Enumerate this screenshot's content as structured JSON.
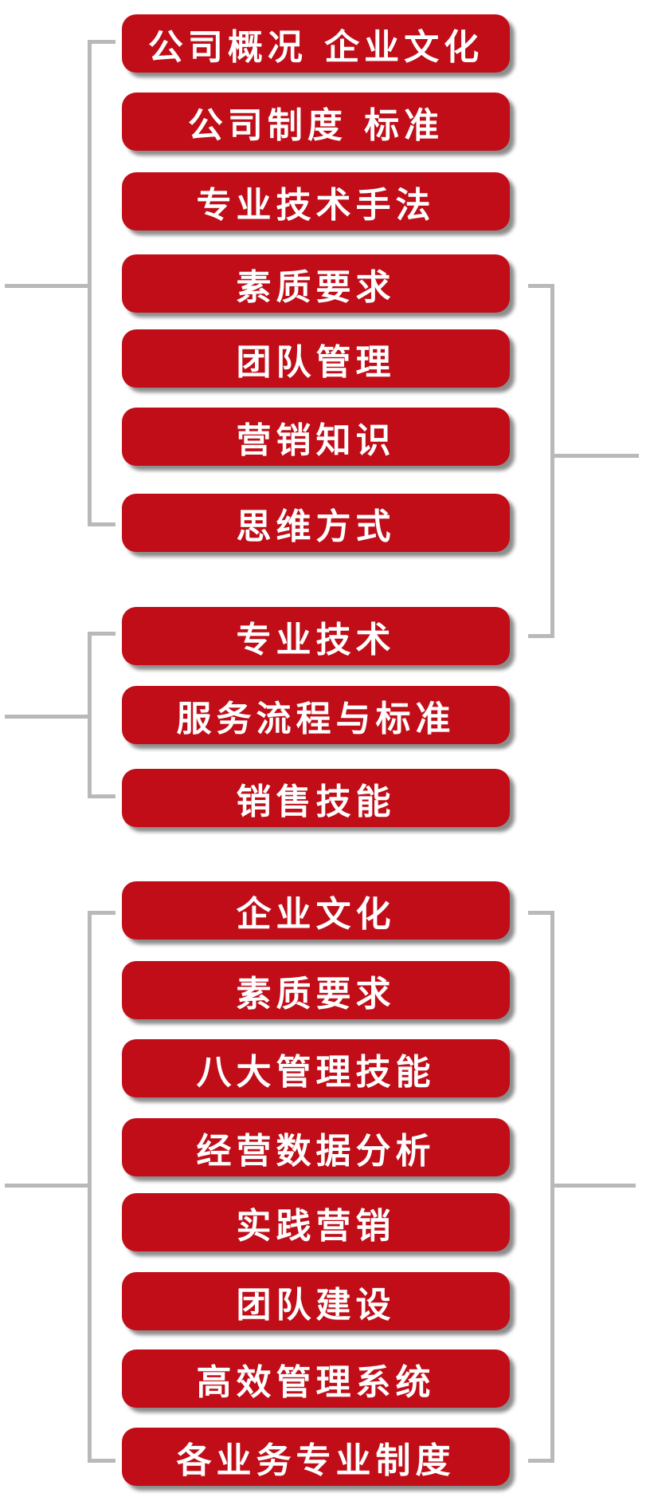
{
  "groups": [
    {
      "items": [
        "公司概况 企业文化",
        "公司制度 标准",
        "专业技术手法",
        "素质要求",
        "团队管理",
        "营销知识",
        "思维方式"
      ]
    },
    {
      "items": [
        "专业技术",
        "服务流程与标准",
        "销售技能"
      ]
    },
    {
      "items": [
        "企业文化",
        "素质要求",
        "八大管理技能",
        "经营数据分析",
        "实践营销",
        "团队建设",
        "高效管理系统",
        "各业务专业制度"
      ]
    }
  ],
  "colors": {
    "button": "#c00d18",
    "connector": "#b9b9b9"
  }
}
